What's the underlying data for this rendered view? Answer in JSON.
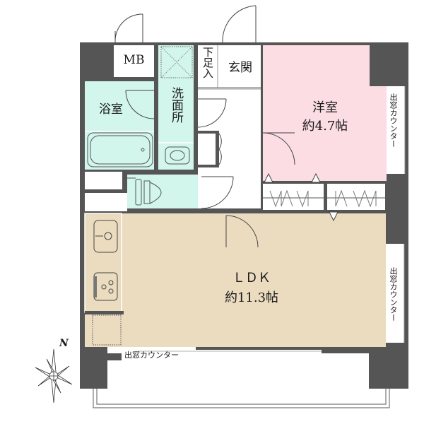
{
  "plan": {
    "colors": {
      "wall": "#555555",
      "wet_area": "#d2f5ec",
      "bedroom": "#fbdde3",
      "ldk": "#ebdcc0",
      "white": "#ffffff",
      "line": "#333333"
    },
    "rooms": {
      "mb": {
        "label": "MB"
      },
      "shoe_closet": {
        "label": "下足入"
      },
      "entrance": {
        "label": "玄関"
      },
      "bathroom": {
        "label": "浴室"
      },
      "washroom": {
        "label": "洗面所"
      },
      "western_room": {
        "label": "洋室",
        "area": "約4.7帖"
      },
      "ldk": {
        "label": "ＬＤＫ",
        "area": "約11.3帖"
      }
    },
    "counters": {
      "right_upper": "出窓カウンター",
      "right_lower": "出窓カウンター",
      "bottom": "出窓カウンター"
    },
    "compass": {
      "label": "N"
    }
  }
}
